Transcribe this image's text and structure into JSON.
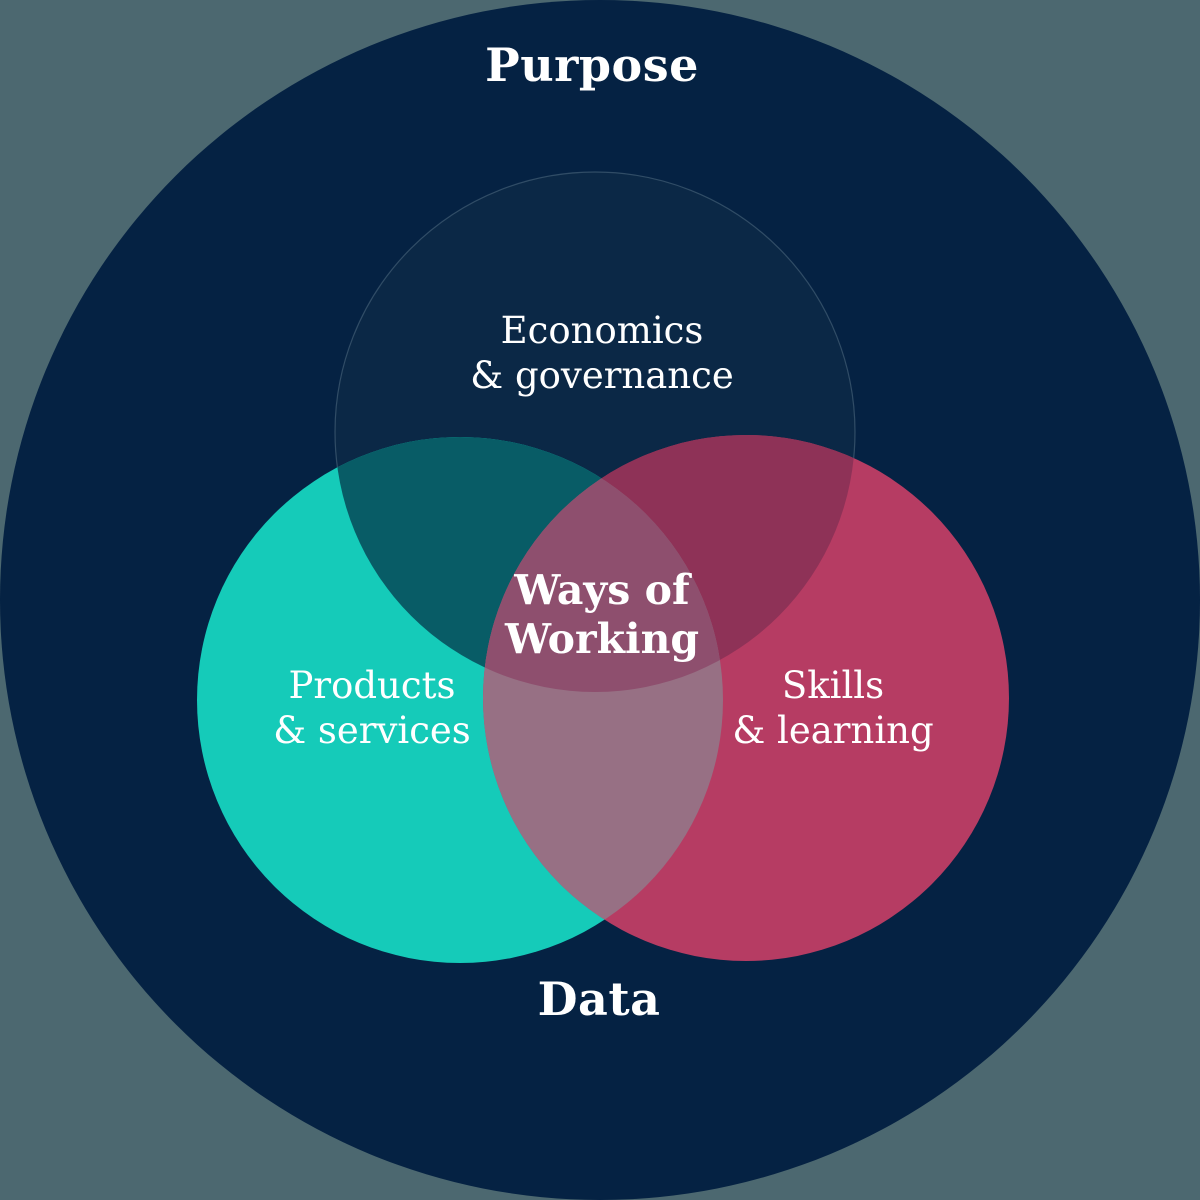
{
  "diagram": {
    "type": "venn",
    "outer_circle_label_top": "Purpose",
    "outer_circle_label_bottom": "Data",
    "center_label": {
      "line1": "Ways of",
      "line2": "Working"
    },
    "sets": {
      "economics": {
        "line1": "Economics",
        "line2": "& governance"
      },
      "products": {
        "line1": "Products",
        "line2": "& services"
      },
      "skills": {
        "line1": "Skills",
        "line2": "& learning"
      }
    },
    "colors": {
      "page_background": "#4C6870",
      "outer_circle": "#052243",
      "economics_circle": "#0B2846",
      "products_circle": "#15CBB9",
      "skills_circle": "#B63C63",
      "overlap_products_economics": "#085C66",
      "overlap_skills_economics": "#8E3257",
      "overlap_products_skills": "#977084",
      "overlap_center": "#8E4F6E",
      "text": "#FFFFFF"
    }
  }
}
